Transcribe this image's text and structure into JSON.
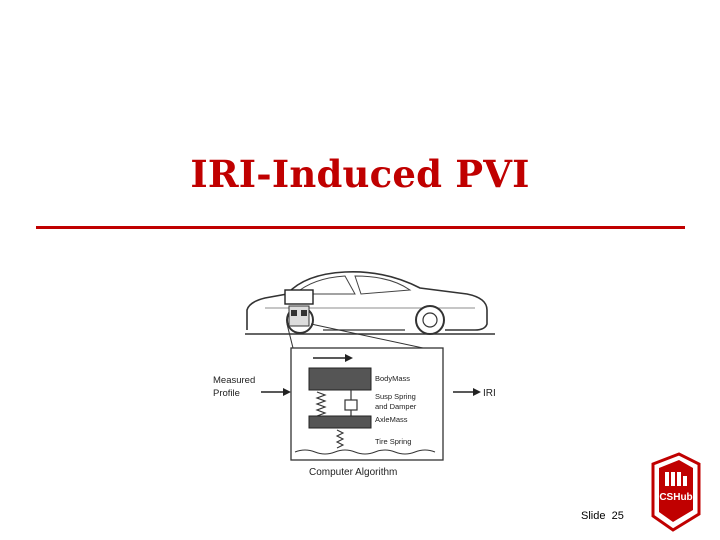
{
  "slide": {
    "title": "IRI-Induced PVI",
    "slide_label": "Slide",
    "slide_number": "25"
  },
  "diagram": {
    "input_label_line1": "Measured",
    "input_label_line2": "Profile",
    "output_label": "IRI",
    "body_mass_label": "BodyMass",
    "susp_label_line1": "Susp Spring",
    "susp_label_line2": "and Damper",
    "axle_mass_label": "AxleMass",
    "tire_spring_label": "Tire Spring",
    "algorithm_label": "Computer Algorithm"
  },
  "logo": {
    "text": "CSHub",
    "color": "#c00000"
  }
}
